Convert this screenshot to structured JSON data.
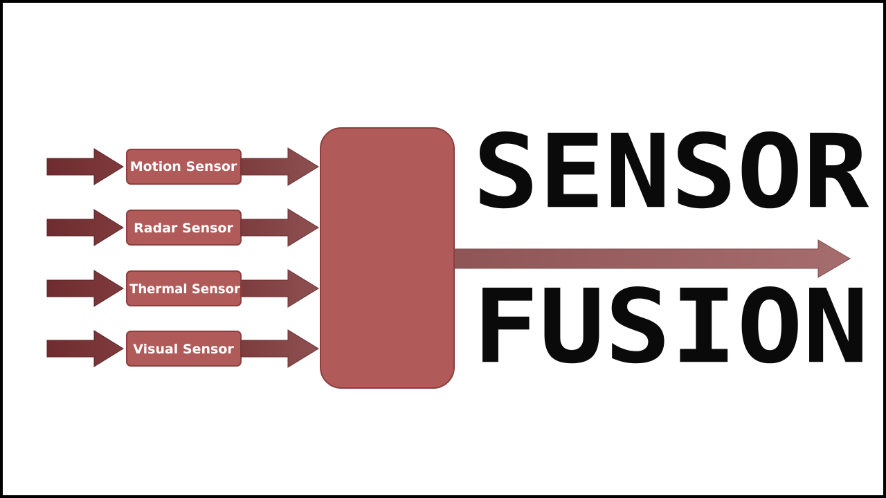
{
  "title": {
    "line1": "SENSOR",
    "line2": "FUSION"
  },
  "sensors": [
    {
      "label": "Motion Sensor"
    },
    {
      "label": "Radar Sensor"
    },
    {
      "label": "Thermal Sensor"
    },
    {
      "label": "Visual Sensor"
    }
  ],
  "colors": {
    "box_fill": "#b05a59",
    "box_stroke": "#8c3f3f",
    "arrow_dark": "#7a3537",
    "arrow_mid": "#8f4a4c",
    "output_arrow": "#9a6364",
    "title_text": "#0a0a0a",
    "border": "#000000"
  }
}
